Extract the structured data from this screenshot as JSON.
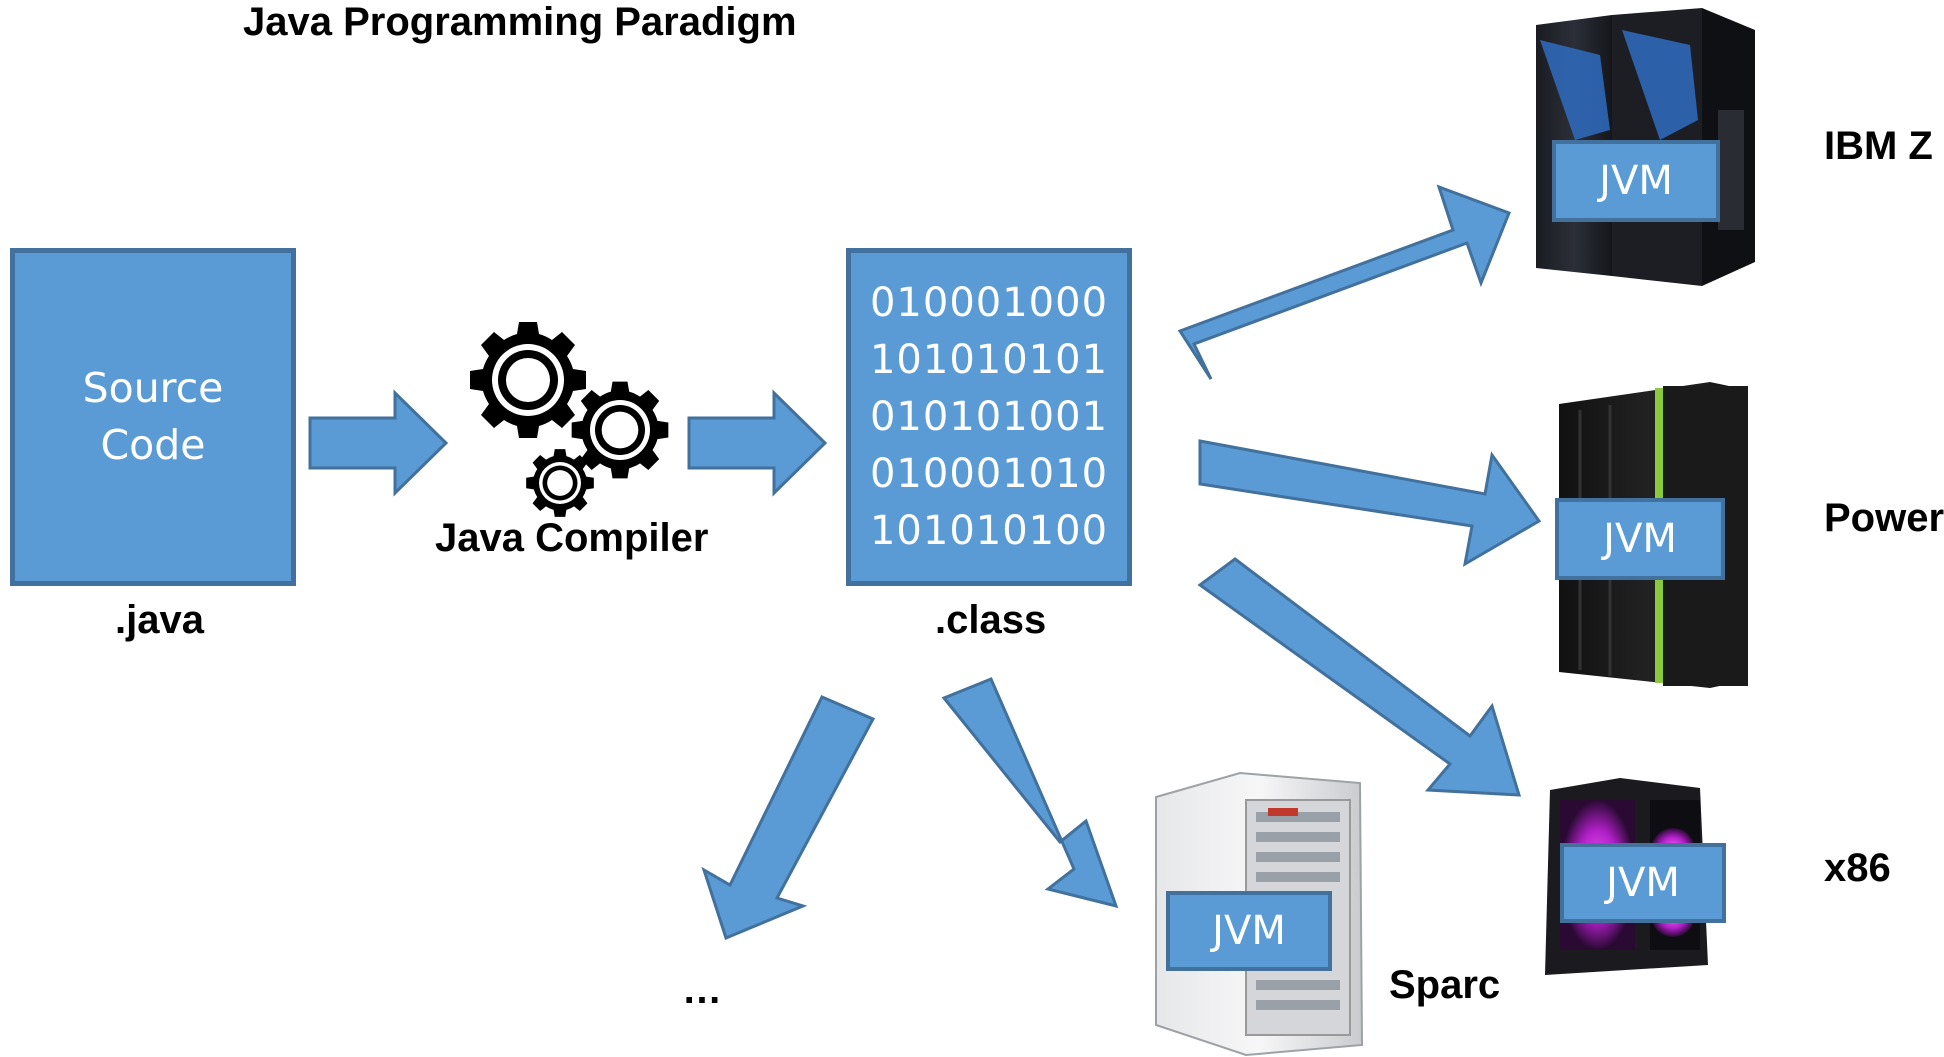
{
  "title": "Java Programming Paradigm",
  "source": {
    "lines": [
      "Source",
      "Code"
    ],
    "caption": ".java"
  },
  "compiler": {
    "caption": "Java Compiler"
  },
  "bytecode": {
    "lines": [
      "010001000",
      "101010101",
      "010101001",
      "010001010",
      "101010100"
    ],
    "caption": ".class"
  },
  "targets": [
    {
      "platform": "IBM Z",
      "vm": "JVM"
    },
    {
      "platform": "Power",
      "vm": "JVM"
    },
    {
      "platform": "x86",
      "vm": "JVM"
    },
    {
      "platform": "Sparc",
      "vm": "JVM"
    }
  ],
  "more": "…",
  "colors": {
    "box_fill": "#5b9bd5",
    "box_border": "#41719c",
    "arrow_fill": "#5b9bd5",
    "arrow_border": "#41719c"
  }
}
